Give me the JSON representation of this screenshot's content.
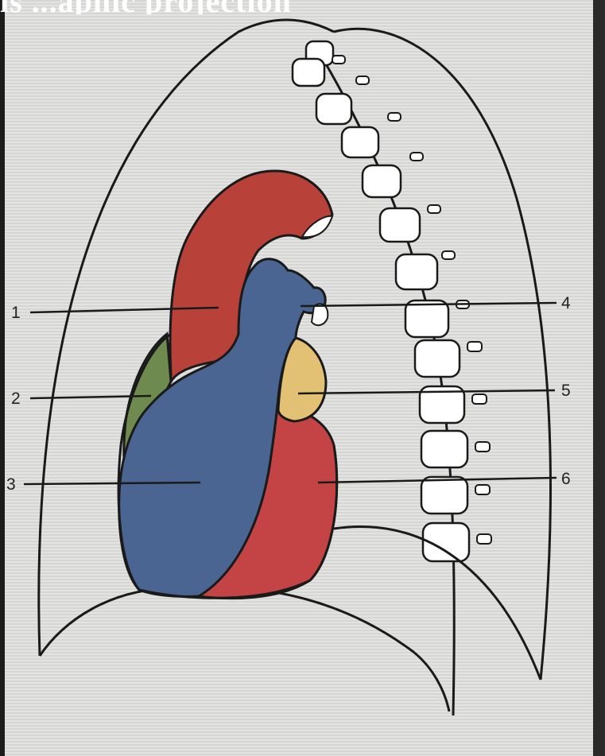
{
  "header_text": "is ...aphic projection",
  "labels": [
    "1",
    "2",
    "3",
    "4",
    "5",
    "6"
  ],
  "colors": {
    "background": "#dadad8",
    "aorta_red": "#b8423a",
    "right_ventricle_blue": "#4a6591",
    "atrium_green": "#6f8a4f",
    "left_atrium_yellow": "#e2c074",
    "left_ventricle_red": "#c44445",
    "outline": "#1a1a1a"
  }
}
